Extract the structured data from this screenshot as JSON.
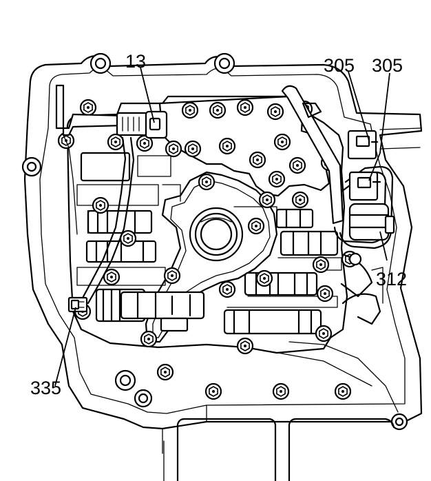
{
  "callouts": {
    "c13": "13",
    "c305a": "305",
    "c305b": "305",
    "c312": "312",
    "c335": "335"
  }
}
